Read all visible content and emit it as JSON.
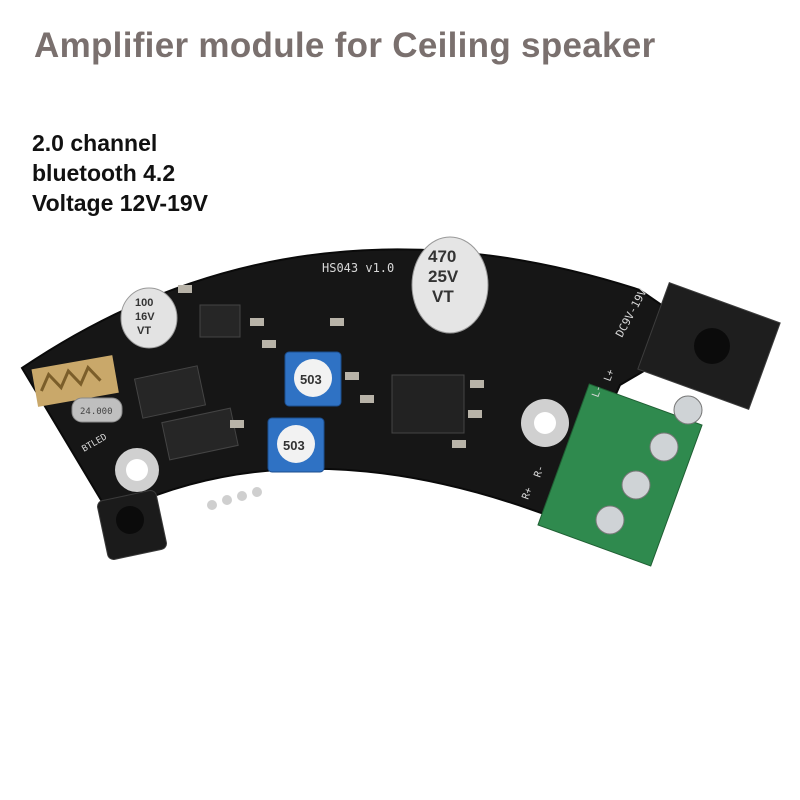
{
  "title": "Amplifier module for Ceiling speaker",
  "specs": [
    "2.0 channel",
    "bluetooth 4.2",
    "Voltage 12V-19V"
  ],
  "board": {
    "model": "HS043 v1.0",
    "cap_large": [
      "470",
      "25V",
      "VT"
    ],
    "cap_small": [
      "100",
      "16V",
      "VT"
    ],
    "pot_code": "503",
    "crystal": "24.000",
    "power_label": "DC9V-19V",
    "led_label": "BTLED",
    "terminal_labels": [
      "R+",
      "R-",
      "L-",
      "L+"
    ]
  },
  "colors": {
    "pcb": "#161616",
    "terminal": "#2f8a4e",
    "pot": "#2f72c4",
    "title": "#7a706e"
  }
}
